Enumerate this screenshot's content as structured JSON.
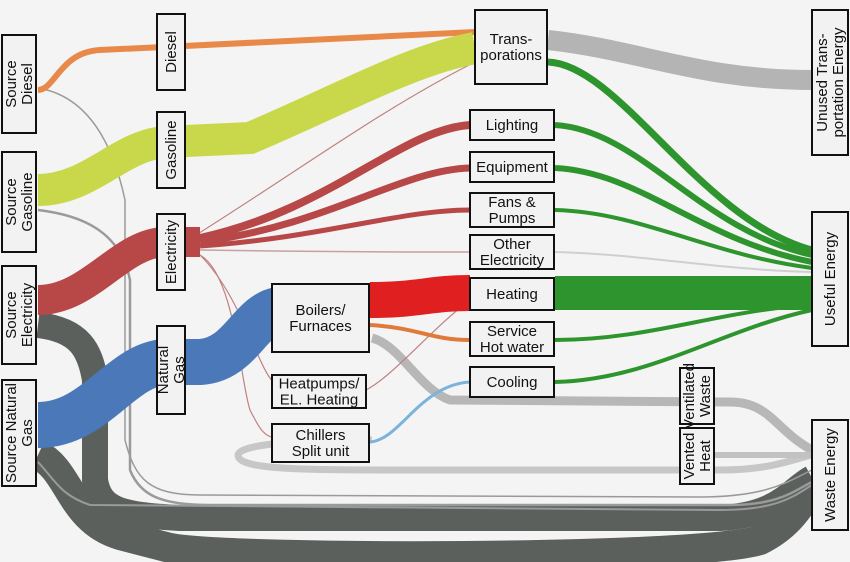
{
  "nodes": {
    "source_diesel": {
      "lines": [
        "Source",
        "Diesel"
      ]
    },
    "source_gasoline": {
      "lines": [
        "Source",
        "Gasoline"
      ]
    },
    "source_electricity": {
      "lines": [
        "Source",
        "Electricity"
      ]
    },
    "source_natural_gas": {
      "lines": [
        "Source Natural",
        "Gas"
      ]
    },
    "diesel": {
      "lines": [
        "Diesel"
      ]
    },
    "gasoline": {
      "lines": [
        "Gasoline"
      ]
    },
    "electricity": {
      "lines": [
        "Electricity"
      ]
    },
    "natural_gas": {
      "lines": [
        "Natural",
        "Gas"
      ]
    },
    "transportations": {
      "lines": [
        "Trans-",
        "porations"
      ]
    },
    "lighting": {
      "lines": [
        "Lighting"
      ]
    },
    "equipment": {
      "lines": [
        "Equipment"
      ]
    },
    "fans_pumps": {
      "lines": [
        "Fans &",
        "Pumps"
      ]
    },
    "other_electricity": {
      "lines": [
        "Other",
        "Electricity"
      ]
    },
    "heating": {
      "lines": [
        "Heating"
      ]
    },
    "service_hot_water": {
      "lines": [
        "Service",
        "Hot water"
      ]
    },
    "cooling": {
      "lines": [
        "Cooling"
      ]
    },
    "boilers_furnaces": {
      "lines": [
        "Boilers/",
        "Furnaces"
      ]
    },
    "heatpumps": {
      "lines": [
        "Heatpumps/",
        "EL. Heating"
      ]
    },
    "chillers": {
      "lines": [
        "Chillers",
        "Split unit"
      ]
    },
    "ventilated_waste": {
      "lines": [
        "Ventilated",
        "Waste"
      ]
    },
    "vented_heat": {
      "lines": [
        "Vented",
        "Heat"
      ]
    },
    "unused_transportation_energy": {
      "lines": [
        "Unused Trans-",
        "portation Energy"
      ]
    },
    "useful_energy": {
      "lines": [
        "Useful Energy"
      ]
    },
    "waste_energy": {
      "lines": [
        "Waste Energy"
      ]
    }
  },
  "colors": {
    "diesel": "#e8894a",
    "gasoline": "#c9d84a",
    "electricity": "#b84848",
    "natural_gas": "#4a78b8",
    "heating": "#e02020",
    "useful": "#2e952e",
    "unused": "#b4b4b4",
    "waste": "#5b605d",
    "cooling": "#7ab4dc",
    "thin": "#9a9a9a"
  }
}
